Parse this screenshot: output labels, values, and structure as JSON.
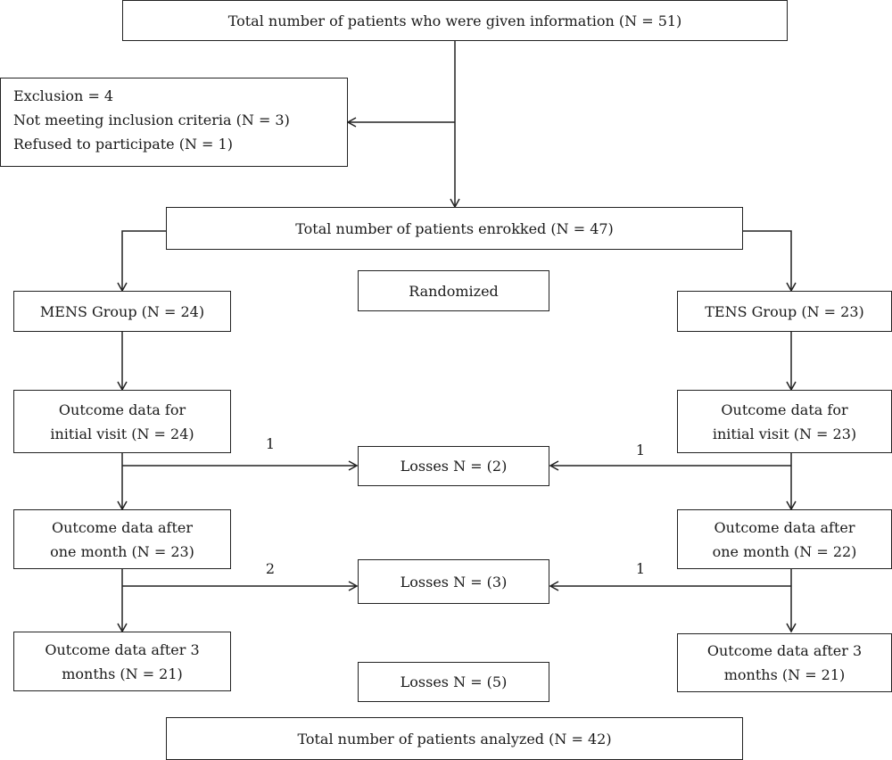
{
  "top": {
    "text": "Total number of patients who were given information (N = 51)"
  },
  "exclusion": {
    "lines": [
      "Exclusion  = 4",
      "Not meeting inclusion criteria (N = 3)",
      "Refused to participate (N = 1)"
    ]
  },
  "enrolled": {
    "text": "Total number of patients enrokked (N = 47)"
  },
  "randomized": {
    "text": "Randomized"
  },
  "mens": {
    "group": "MENS Group (N = 24)",
    "initial": [
      "Outcome data for",
      "initial visit (N = 24)"
    ],
    "month": [
      "Outcome data after",
      "one month (N = 23)"
    ],
    "months3": [
      "Outcome data after 3",
      "months (N = 21)"
    ],
    "loss1": "1",
    "loss2": "2"
  },
  "tens": {
    "group": "TENS Group (N = 23)",
    "initial": [
      "Outcome data for",
      "initial visit (N = 23)"
    ],
    "month": [
      "Outcome data after",
      "one month (N = 22)"
    ],
    "months3": [
      "Outcome data after 3",
      "months (N = 21)"
    ],
    "loss1": "1",
    "loss2": "1"
  },
  "losses": [
    "Losses N = (2)",
    "Losses N = (3)",
    "Losses N = (5)"
  ],
  "analyzed": {
    "text": "Total number of patients analyzed (N = 42)"
  }
}
